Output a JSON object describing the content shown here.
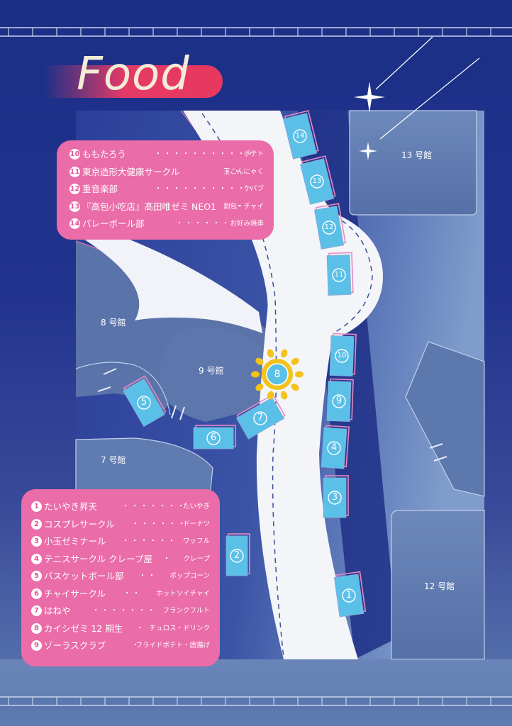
{
  "title": "Food",
  "buildings": {
    "b13": "13 号館",
    "b8": "8 号館",
    "b9": "9 号館",
    "b7": "7 号館",
    "b12": "12 号館"
  },
  "markers": {
    "m1": "1",
    "m2": "2",
    "m3": "3",
    "m4": "4",
    "m5": "5",
    "m6": "6",
    "m7": "7",
    "m8": "8",
    "m9": "9",
    "m10": "10",
    "m11": "11",
    "m12": "12",
    "m13": "13",
    "m14": "14"
  },
  "legend_top": [
    {
      "num": "10",
      "name": "ももたろう",
      "dots": "・・・・・・・・・・・",
      "item": "ポテト"
    },
    {
      "num": "11",
      "name": "東京造形大健康サークル",
      "dots": "・・",
      "item": "玉こんにゃく"
    },
    {
      "num": "12",
      "name": "重音楽部",
      "dots": "・・・・・・・・・・・",
      "item": "ケバブ"
    },
    {
      "num": "13",
      "name": "『高包小吃店』髙田唯ゼミ NEO1",
      "dots": "・",
      "item": "割包・チャイ"
    },
    {
      "num": "14",
      "name": "バレーボール部",
      "dots": "・・・・・・",
      "item": "お好み焼串"
    }
  ],
  "legend_bottom": [
    {
      "num": "1",
      "name": "たいやき昇天",
      "dots": "・・・・・・・",
      "item": "たいやき"
    },
    {
      "num": "2",
      "name": "コスプレサークル",
      "dots": "・・・・・・",
      "item": "ドーナツ"
    },
    {
      "num": "3",
      "name": "小玉ゼミナール",
      "dots": "・・・・・・",
      "item": "ワッフル"
    },
    {
      "num": "4",
      "name": "テニスサークル クレープ屋",
      "dots": "・",
      "item": "クレープ"
    },
    {
      "num": "5",
      "name": "バスケットボール部",
      "dots": "・・",
      "item": "ポップコーン"
    },
    {
      "num": "6",
      "name": "チャイサークル",
      "dots": "・・",
      "item": "ホットソイチャイ"
    },
    {
      "num": "7",
      "name": "はねや",
      "dots": "・・・・・・・",
      "item": "フランクフルト"
    },
    {
      "num": "8",
      "name": "カイシゼミ 12 期生",
      "dots": "・",
      "item": "チュロス・ドリンク"
    },
    {
      "num": "9",
      "name": "ゾーラスクラブ",
      "dots": "・",
      "item": "フライドポテト・唐揚げ"
    }
  ],
  "colors": {
    "background": "#1b2f86",
    "road": "#f4f5f8",
    "building": "#5e79ad",
    "legend": "#ea6ca8",
    "title_bar": "#e43a66",
    "booth_fill": "#5bc0e8",
    "booth_frame": "#e68ac0",
    "sun": "#f5c21a"
  },
  "icons": {
    "sun": "sun-burst-icon",
    "sparkle": "sparkle-star-icon"
  }
}
